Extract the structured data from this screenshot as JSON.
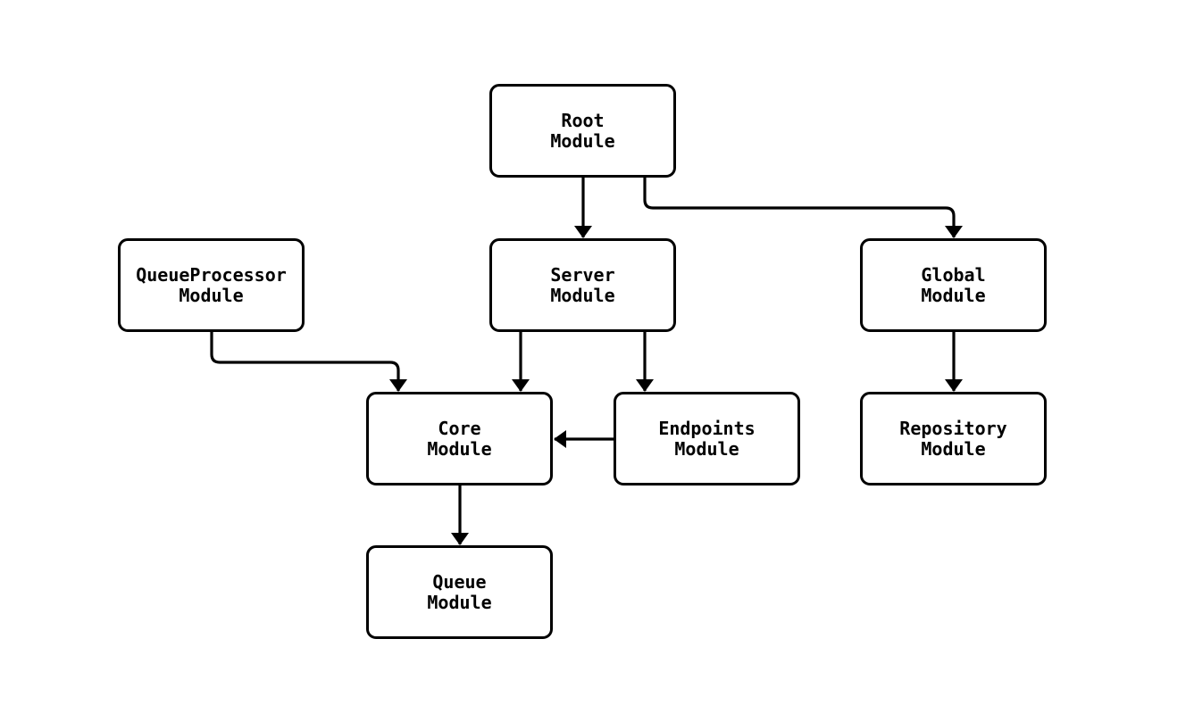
{
  "diagram": {
    "type": "flowchart",
    "direction": "top-down",
    "title": "",
    "nodes": {
      "root": {
        "label": "Root\nModule"
      },
      "queueprocessor": {
        "label": "QueueProcessor\nModule"
      },
      "server": {
        "label": "Server\nModule"
      },
      "global": {
        "label": "Global\nModule"
      },
      "core": {
        "label": "Core\nModule"
      },
      "endpoints": {
        "label": "Endpoints\nModule"
      },
      "repository": {
        "label": "Repository\nModule"
      },
      "queue": {
        "label": "Queue\nModule"
      }
    },
    "edges": [
      {
        "from": "root",
        "to": "server",
        "style": "solid-arrow"
      },
      {
        "from": "root",
        "to": "global",
        "style": "solid-arrow"
      },
      {
        "from": "queueprocessor",
        "to": "core",
        "style": "solid-arrow"
      },
      {
        "from": "server",
        "to": "core",
        "style": "solid-arrow"
      },
      {
        "from": "server",
        "to": "endpoints",
        "style": "solid-arrow"
      },
      {
        "from": "endpoints",
        "to": "core",
        "style": "solid-arrow"
      },
      {
        "from": "global",
        "to": "repository",
        "style": "solid-arrow"
      },
      {
        "from": "core",
        "to": "queue",
        "style": "solid-arrow"
      }
    ],
    "colors": {
      "background": "#ffffff",
      "node_fill": "#ffffff",
      "node_border": "#000000",
      "edge": "#000000",
      "text": "#000000"
    }
  }
}
